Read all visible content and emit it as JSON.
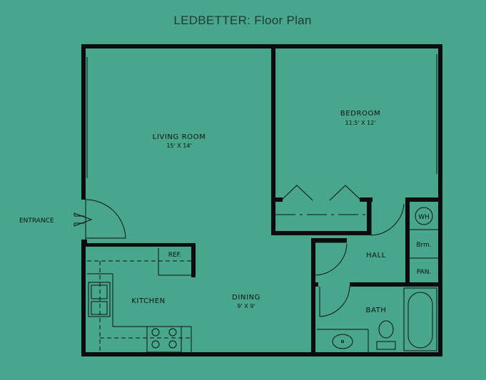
{
  "title": "LEDBETTER: Floor Plan",
  "rooms": {
    "living_room": {
      "name": "LIVING ROOM",
      "size": "15' X 14'"
    },
    "bedroom": {
      "name": "BEDROOM",
      "size": "11.5' X 12'"
    },
    "kitchen": {
      "name": "KITCHEN"
    },
    "dining": {
      "name": "DINING",
      "size": "9' X 9'"
    },
    "hall": {
      "name": "HALL"
    },
    "bath": {
      "name": "BATH"
    }
  },
  "labels": {
    "entrance": "ENTRANCE",
    "ref": "REF.",
    "wh": "WH",
    "brm": "Brm.",
    "pan": "PAN."
  },
  "colors": {
    "background": "#47a68c",
    "walls": "#0c0c0c",
    "title": "#1e3a34"
  }
}
